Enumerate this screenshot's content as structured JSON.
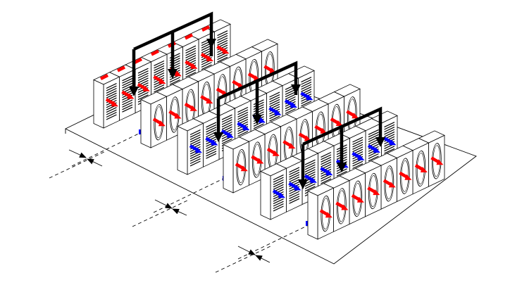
{
  "colors": {
    "hot_air": "#ff0000",
    "cold_air": "#0000ff",
    "cabinet_fill": "#ffffff",
    "stroke": "#000000",
    "duct": "#111111"
  },
  "diagram": {
    "kind": "data-center-hot-aisle-containment",
    "rack_rows": 6,
    "overhead_return_ducts": 3,
    "underfloor_supply_paths": 3,
    "labels": []
  }
}
